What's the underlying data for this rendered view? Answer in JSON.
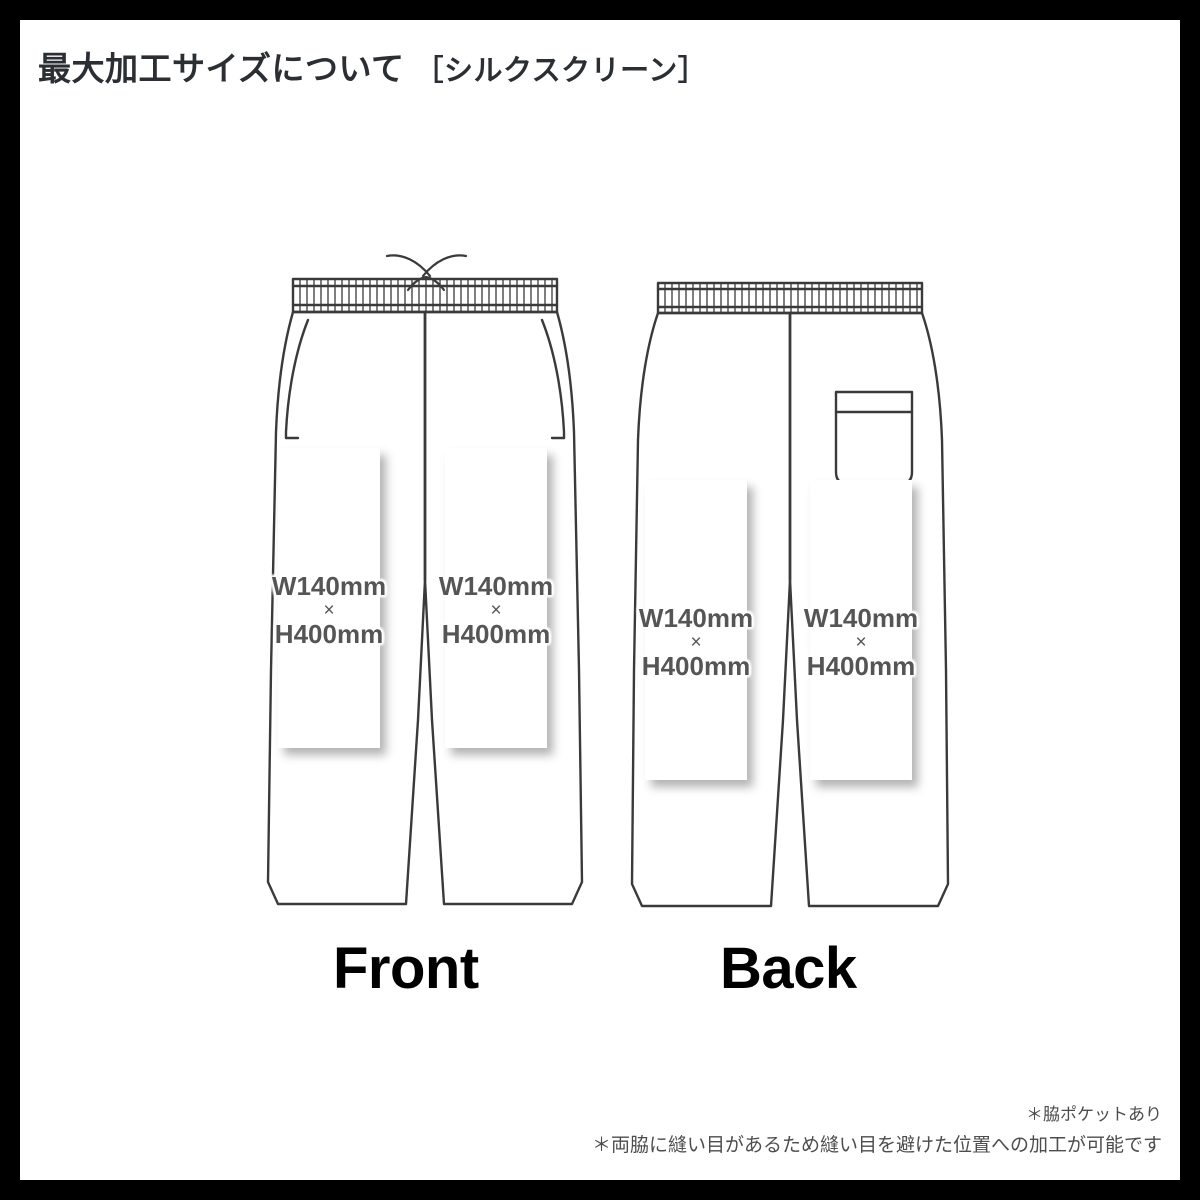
{
  "page": {
    "title_main": "最大加工サイズについて",
    "title_bracket": "［シルクスクリーン］",
    "frame_color": "#000000",
    "background_color": "#ffffff"
  },
  "views": [
    {
      "id": "front",
      "label": "Front"
    },
    {
      "id": "back",
      "label": "Back"
    }
  ],
  "print_areas": [
    {
      "view": "front",
      "side": "left",
      "width": "W140mm",
      "sep": "×",
      "height": "H400mm"
    },
    {
      "view": "front",
      "side": "right",
      "width": "W140mm",
      "sep": "×",
      "height": "H400mm"
    },
    {
      "view": "back",
      "side": "left",
      "width": "W140mm",
      "sep": "×",
      "height": "H400mm"
    },
    {
      "view": "back",
      "side": "right",
      "width": "W140mm",
      "sep": "×",
      "height": "H400mm"
    }
  ],
  "notes": {
    "note_1": "＊脇ポケットあり",
    "note_2": "＊両脇に縫い目があるため縫い目を避けた位置への加工が可能です"
  },
  "colors": {
    "title_text": "#2b2f33",
    "label_text": "#555555",
    "note_text": "#4d4d4d",
    "garment_outline": "#3a3a3a",
    "view_label": "#000000"
  },
  "icons": {
    "drawstring": "drawstring-bow-icon",
    "waistband": "elastic-waistband-icon",
    "side_pocket": "side-pocket-icon",
    "back_pocket": "back-patch-pocket-icon"
  }
}
